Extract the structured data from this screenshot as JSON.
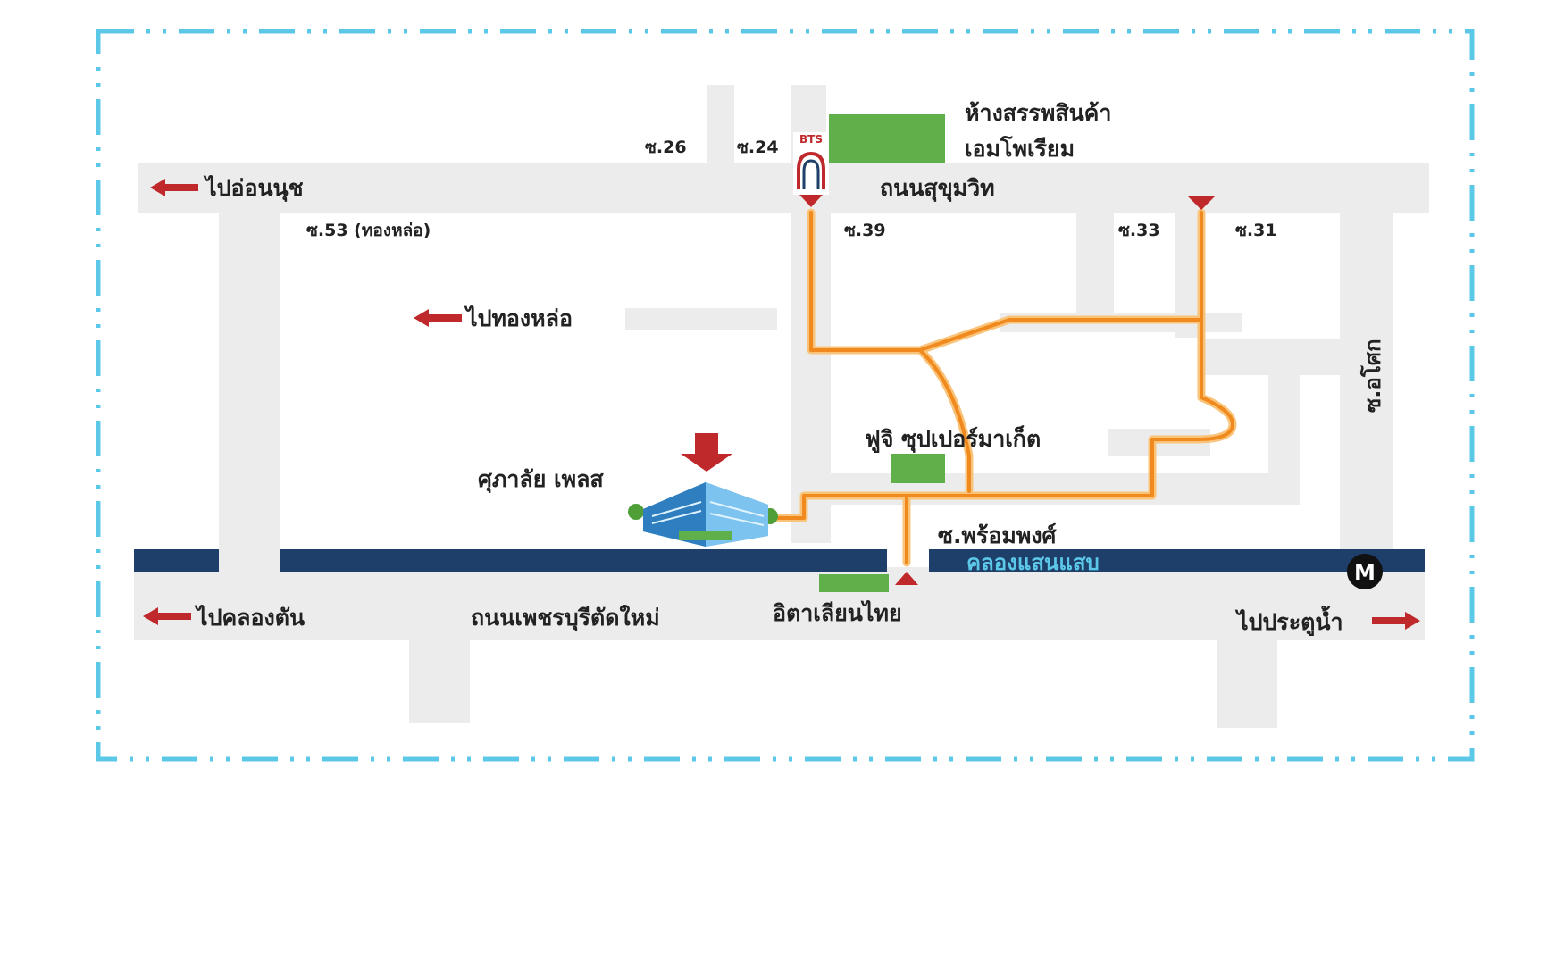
{
  "colors": {
    "frame": "#5cc8e8",
    "road": "#ececec",
    "route": "#f5a030",
    "canal": "#1e3f6a",
    "landmark_green": "#5fb04a",
    "arrow_red": "#c0292b",
    "text": "#222222"
  },
  "icons": {
    "bts": "bts-station-icon",
    "mrt": "mrt-station-icon",
    "building": "office-building-icon",
    "pointer": "location-down-arrow-icon"
  },
  "labels": {
    "mall_line1": "ห้างสรรพสินค้า",
    "mall_line2": "เอมโพเรียม",
    "soi26": "ซ.26",
    "soi24": "ซ.24",
    "bts": "BTS",
    "to_onnut": "ไปอ่อนนุช",
    "sukhumvit": "ถนนสุขุมวิท",
    "soi53": "ซ.53 (ทองหล่อ)",
    "soi39": "ซ.39",
    "soi33": "ซ.33",
    "soi31": "ซ.31",
    "to_thonglor": "ไปทองหล่อ",
    "soi_asoke": "ซ.อโศก",
    "fuji": "ฟูจิ ซุปเปอร์มาเก็ต",
    "place": "ศุภาลัย เพลส",
    "soi_phrompong": "ซ.พร้อมพงศ์",
    "canal": "คลองแสนแสบ",
    "mrt": "M",
    "to_khlongton": "ไปคลองตัน",
    "phetchaburi": "ถนนเพชรบุรีตัดใหม่",
    "italthai": "อิตาเลียนไทย",
    "to_pratunam": "ไปประตูน้ำ"
  }
}
